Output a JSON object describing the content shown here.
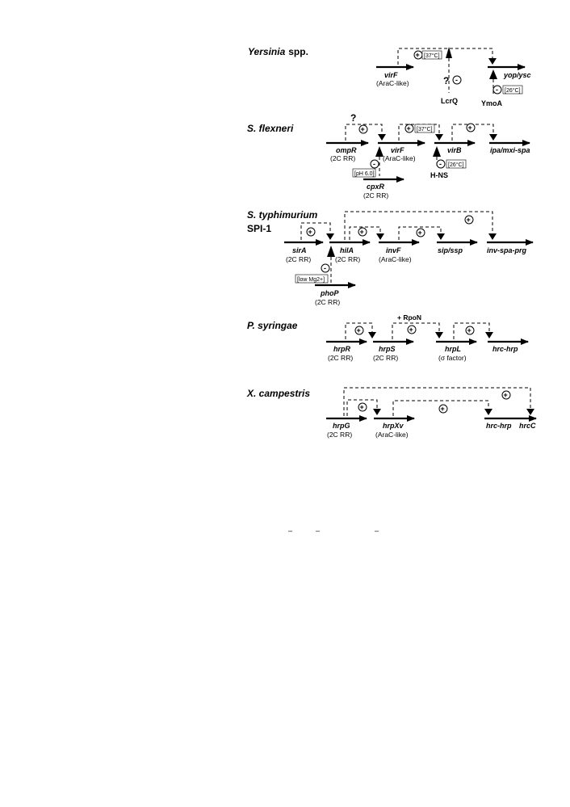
{
  "yersinia": {
    "organism": "Yersinia",
    "organism_suffix": "spp.",
    "virF": "virF",
    "virF_class": "(AraC-like)",
    "yop": "yop/ysc",
    "temp_high": "[37°C]",
    "temp_low": "[26°C]",
    "lcrq": "LcrQ",
    "ymoa": "YmoA",
    "question": "?"
  },
  "shigella": {
    "organism": "S. flexneri",
    "ompR": "ompR",
    "ompR_class": "(2C RR)",
    "virF": "virF",
    "virF_class": "(AraC-like)",
    "virB": "virB",
    "ipa": "ipa/mxi-spa",
    "cpxR": "cpxR",
    "cpxR_class": "(2C RR)",
    "temp_high": "[37°C]",
    "temp_low": "[26°C]",
    "ph": "[pH 6.0]",
    "hns": "H-NS",
    "question": "?"
  },
  "salmonella": {
    "organism": "S. typhimurium",
    "island": "SPI-1",
    "sirA": "sirA",
    "sirA_class": "(2C RR)",
    "hilA": "hilA",
    "hilA_class": "(2C RR)",
    "invF": "invF",
    "invF_class": "(AraC-like)",
    "sip": "sip/ssp",
    "inv": "inv-spa-prg",
    "mg": "[low Mg2+]",
    "phoP": "phoP",
    "phoP_class": "(2C RR)"
  },
  "pseudomonas": {
    "organism": "P. syringae",
    "rpon": "+ RpoN",
    "hrpR": "hrpR",
    "hrpR_class": "(2C RR)",
    "hrpS": "hrpS",
    "hrpS_class": "(2C RR)",
    "hrpL": "hrpL",
    "hrpL_class": "(σ factor)",
    "hrc": "hrc-hrp"
  },
  "xanthomonas": {
    "organism": "X. campestris",
    "hrpG": "hrpG",
    "hrpG_class": "(2C RR)",
    "hrpXv": "hrpXv",
    "hrpXv_class": "(AraC-like)",
    "hrc": "hrc-hrp",
    "hrcC": "hrcC"
  },
  "symbols": {
    "plus": "+",
    "minus": "-"
  },
  "footer_marks": [
    "–",
    "–",
    "–"
  ]
}
